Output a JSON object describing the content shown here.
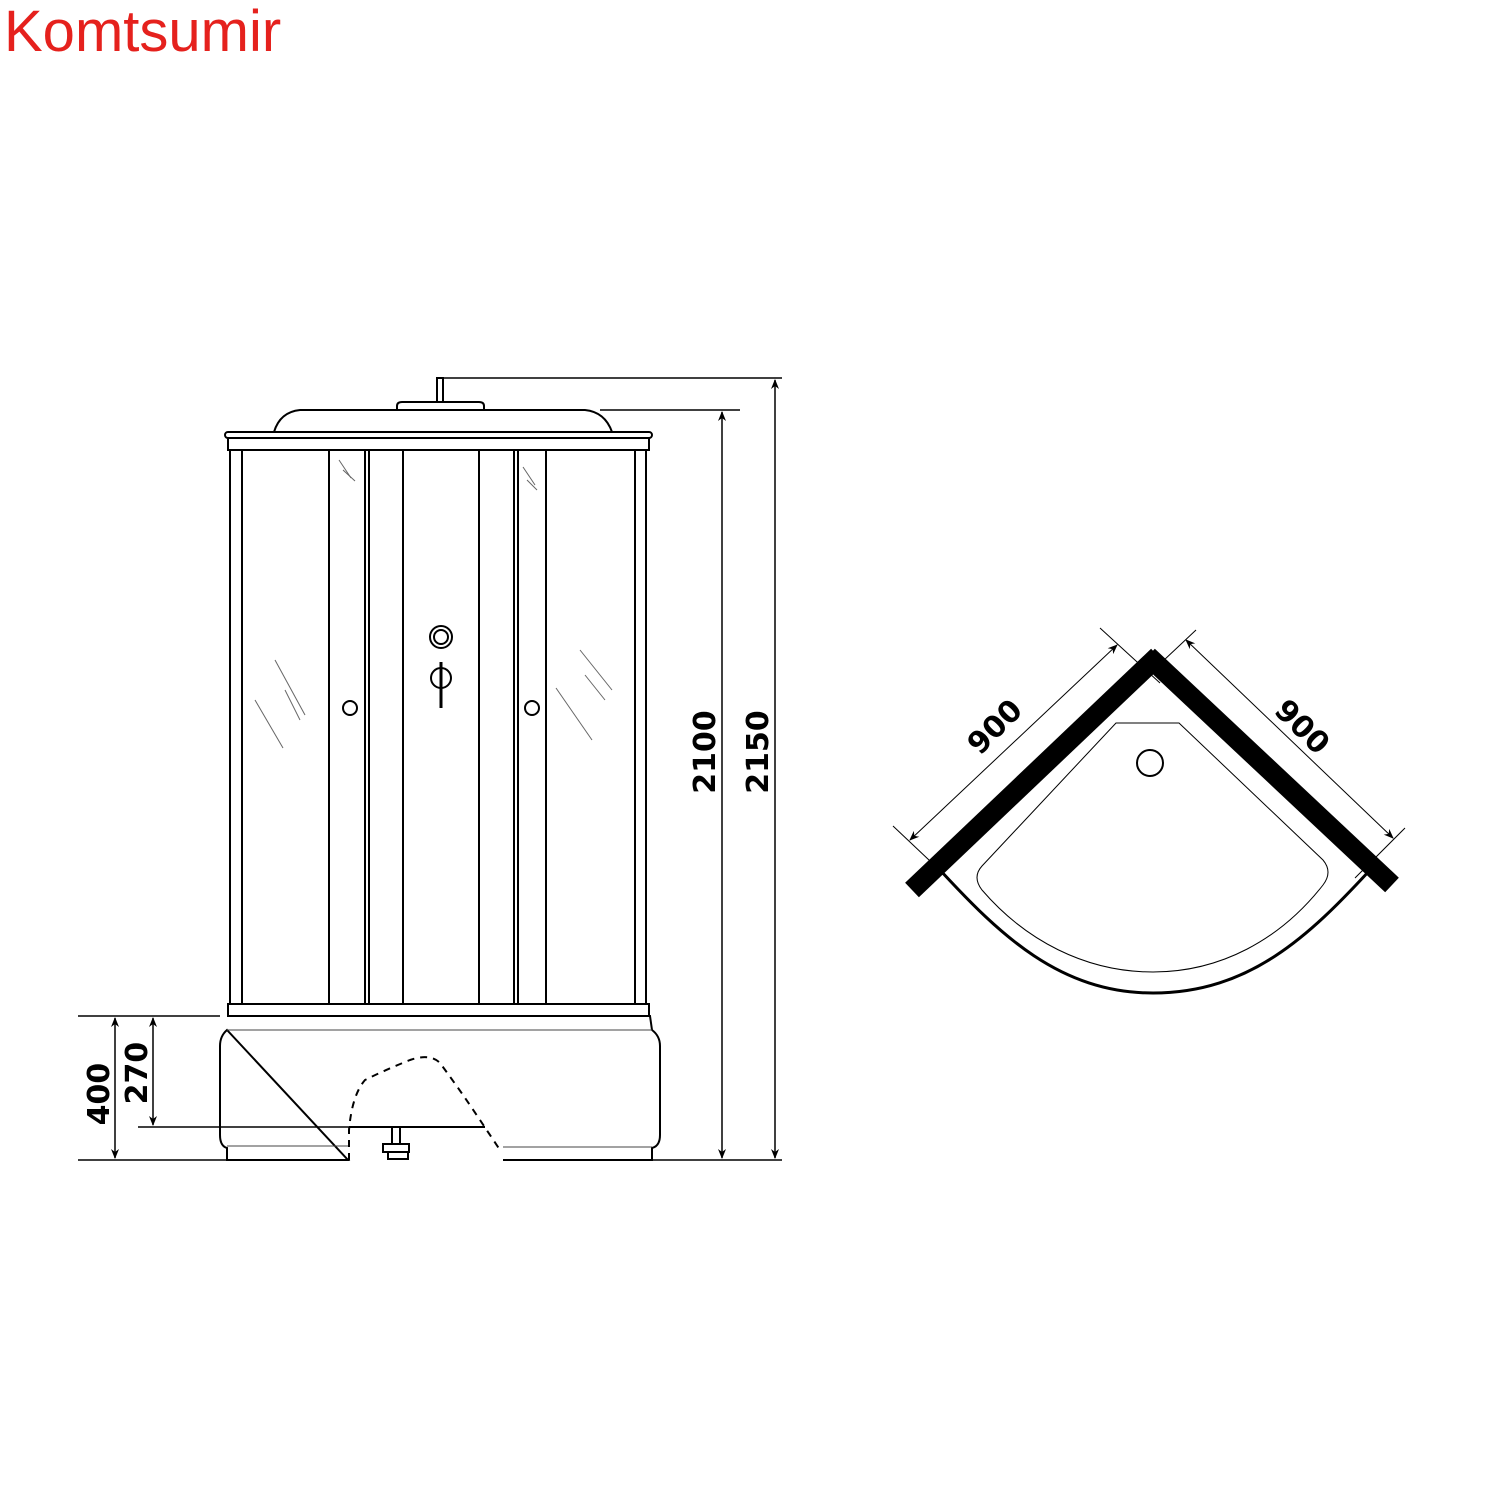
{
  "brand": {
    "text": "Komtsumir",
    "color": "#e5211d"
  },
  "front_view": {
    "dimensions": {
      "total_height": "2150",
      "cabin_height": "2100",
      "tray_height": "400",
      "tray_floor_height": "270"
    }
  },
  "plan_view": {
    "dimensions": {
      "left_side": "900",
      "right_side": "900"
    }
  }
}
